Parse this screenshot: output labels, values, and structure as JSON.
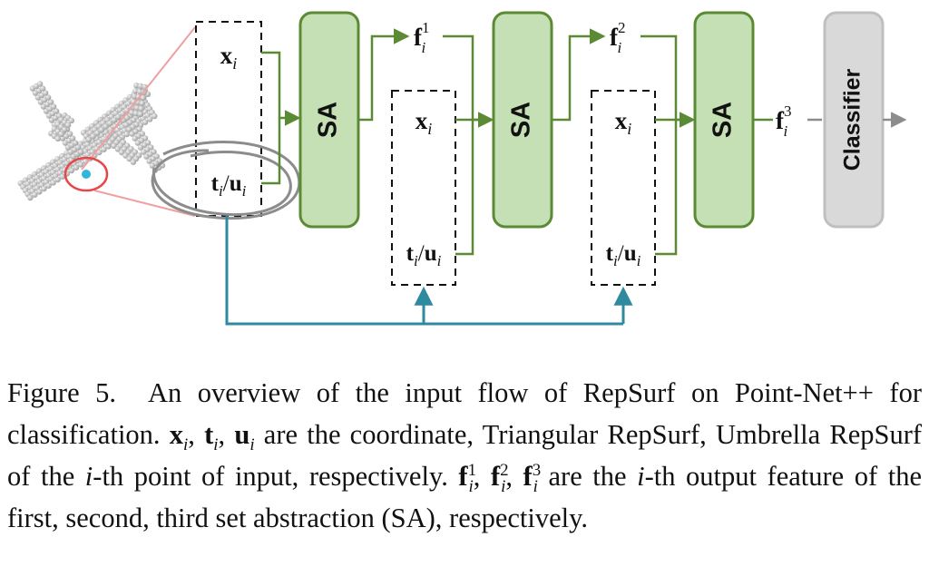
{
  "diagram": {
    "input_labels": {
      "coordinate": "x_i",
      "repsurf": "t_i/u_i"
    },
    "sa_label": "SA",
    "classifier_label": "Classifier",
    "feature_labels": [
      "f_i^1",
      "f_i^2",
      "f_i^3"
    ],
    "colors": {
      "sa_fill": "#c5e0b4",
      "sa_stroke": "#5b8a34",
      "flow_arrow": "#5b8a34",
      "repsurf_flow": "#2e8a9e",
      "classifier_fill": "#d9d9d9",
      "classifier_stroke": "#bfbfbf",
      "highlight_red": "#e8474a",
      "annotation_gray": "#8c8c8c"
    }
  },
  "caption": {
    "label": "Figure 5.",
    "text": "An overview of the input flow of RepSurf on PointNet++ for classification. x_i, t_i, u_i are the coordinate, Triangular RepSurf, Umbrella RepSurf of the i-th point of input, respectively. f_i^1, f_i^2, f_i^3 are the i-th output feature of the first, second, third set abstraction (SA), respectively."
  }
}
